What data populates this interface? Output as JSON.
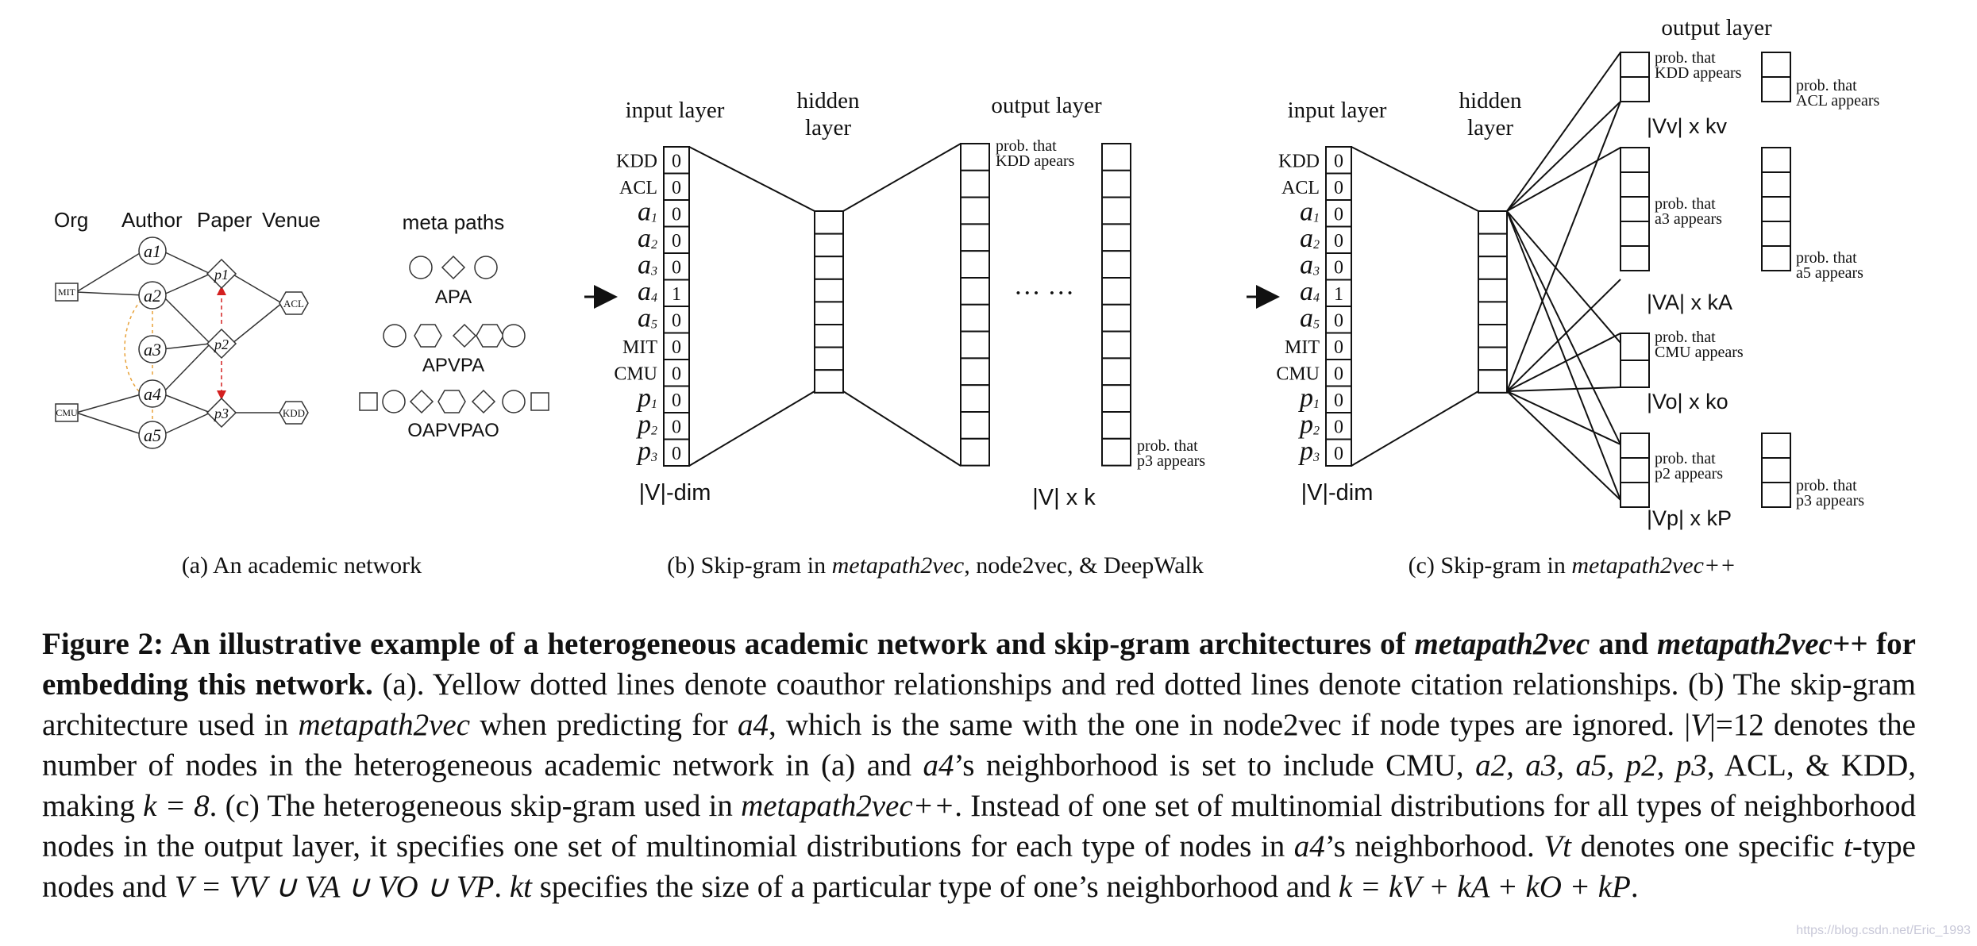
{
  "panel_a": {
    "col_org": "Org",
    "col_author": "Author",
    "col_paper": "Paper",
    "col_venue": "Venue",
    "org_nodes": [
      "MIT",
      "CMU"
    ],
    "author_nodes": [
      "a1",
      "a2",
      "a3",
      "a4",
      "a5"
    ],
    "paper_nodes": [
      "p1",
      "p2",
      "p3"
    ],
    "venue_nodes": [
      "ACL",
      "KDD"
    ],
    "meta_paths_title": "meta paths",
    "meta_paths": [
      "APA",
      "APVPA",
      "OAPVPAO"
    ],
    "caption": "(a)  An academic network",
    "coauthor_color": "#e8a23a",
    "citation_color": "#d42020"
  },
  "panel_b": {
    "input_title": "input layer",
    "hidden_title_1": "hidden",
    "hidden_title_2": "layer",
    "output_title": "output layer",
    "input_labels": [
      "KDD",
      "ACL",
      "a1",
      "a2",
      "a3",
      "a4",
      "a5",
      "MIT",
      "CMU",
      "p1",
      "p2",
      "p3"
    ],
    "input_values": [
      "0",
      "0",
      "0",
      "0",
      "0",
      "1",
      "0",
      "0",
      "0",
      "0",
      "0",
      "0"
    ],
    "prob_top_1": "prob. that",
    "prob_top_2": "KDD apears",
    "prob_bottom_1": "prob. that",
    "prob_bottom_2": "p3 appears",
    "dots": "··· ···",
    "dim_label": "|V|-dim",
    "out_dim_label": "|V| x k",
    "caption_pre": "(b)  Skip-gram in ",
    "caption_em": "metapath2vec",
    "caption_post": ", node2vec, & DeepWalk"
  },
  "panel_c": {
    "output_title": "output layer",
    "input_title": "input layer",
    "hidden_title_1": "hidden",
    "hidden_title_2": "layer",
    "dim_label": "|V|-dim",
    "groups": [
      {
        "p1a": "prob. that",
        "p1b": "KDD appears",
        "p2a": "prob. that",
        "p2b": "ACL appears",
        "dim": "|Vv| x kv"
      },
      {
        "p1a": "prob. that",
        "p1b": "a3 appears",
        "p2a": "prob. that",
        "p2b": "a5 appears",
        "dim": "|VA| x kA"
      },
      {
        "p1a": "prob. that",
        "p1b": "CMU appears",
        "dim": "|Vo| x ko"
      },
      {
        "p1a": "prob. that",
        "p1b": "p2 appears",
        "p2a": "prob. that",
        "p2b": "p3 appears",
        "dim": "|Vp| x kP"
      }
    ],
    "caption_pre": "(c)  Skip-gram in ",
    "caption_em": "metapath2vec++"
  },
  "caption": {
    "bold_1": "Figure 2:  An illustrative example of a heterogeneous academic network and skip-gram architectures of ",
    "bold_em_1": "metapath2vec",
    "bold_2": " and ",
    "bold_em_2": "metapath2vec++",
    "bold_3": " for embedding this network.",
    "s1": "  (a). Yellow dotted lines denote coauthor relationships and red dotted lines denote citation relationships. (b) The skip-gram architecture used in ",
    "s1_em": "metapath2vec",
    "s2": " when predicting for ",
    "s2_math": "a4",
    "s3": ", which is the same with the one in node2vec if node types are ignored. |",
    "s3_math": "V",
    "s4": "|=12 denotes the number of nodes in the heterogeneous academic network in (a) and ",
    "s4_math": "a4",
    "s5": "’s neighborhood is set to include CMU, ",
    "s5_list": "a2, a3, a5, p2, p3",
    "s6": ", ACL, & KDD, making ",
    "s6_math": "k = 8",
    "s7": ". (c) The heterogeneous skip-gram used in ",
    "s7_em": "metapath2vec++",
    "s8": ". Instead of one set of multinomial distributions for all types of neighborhood nodes in the output layer, it specifies one set of multinomial distributions for each type of nodes in ",
    "s8_math": "a4",
    "s9": "’s neighborhood. ",
    "s9_math": "Vt",
    "s10": " denotes one specific ",
    "s10_math": "t",
    "s11": "-type nodes and ",
    "s11_math": "V = VV ∪ VA ∪ VO ∪ VP",
    "s12": ". ",
    "s12_math": "kt",
    "s13": " specifies the size of a particular type of one’s neighborhood and ",
    "s13_math": "k = kV + kA + kO + kP",
    "s14": "."
  },
  "watermark": "https://blog.csdn.net/Eric_1993"
}
